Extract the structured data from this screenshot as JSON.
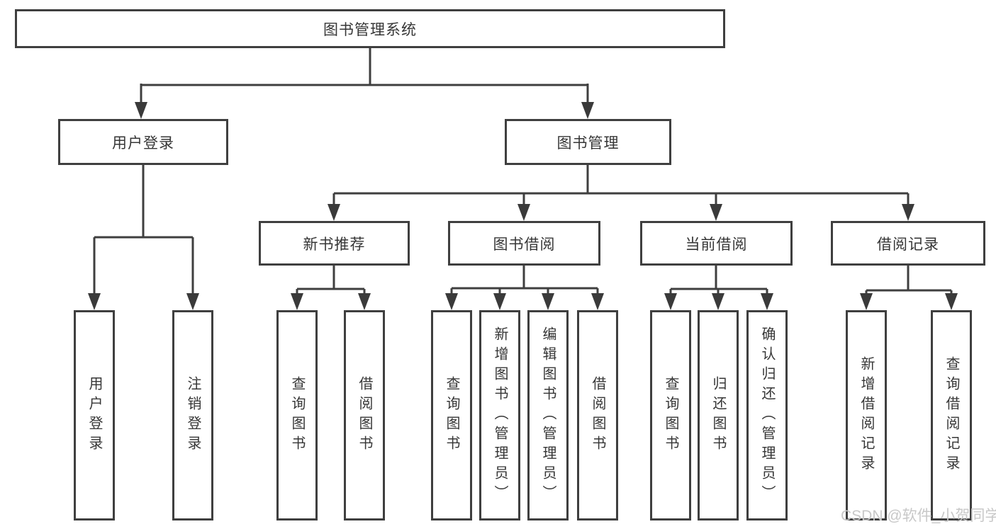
{
  "diagram": {
    "type": "hierarchy-tree",
    "colors": {
      "line": "#3f3f3f",
      "box_border": "#3f3f3f",
      "text": "#363636",
      "background": "#ffffff",
      "watermark": "#c8c8c8"
    },
    "tree": {
      "label": "图书管理系统",
      "children": [
        {
          "label": "用户登录",
          "children": [
            {
              "label": "用户登录"
            },
            {
              "label": "注销登录"
            }
          ]
        },
        {
          "label": "图书管理",
          "children": [
            {
              "label": "新书推荐",
              "children": [
                {
                  "label": "查询图书"
                },
                {
                  "label": "借阅图书"
                }
              ]
            },
            {
              "label": "图书借阅",
              "children": [
                {
                  "label": "查询图书"
                },
                {
                  "label": "新增图书（管理员）"
                },
                {
                  "label": "编辑图书（管理员）"
                },
                {
                  "label": "借阅图书"
                }
              ]
            },
            {
              "label": "当前借阅",
              "children": [
                {
                  "label": "查询图书"
                },
                {
                  "label": "归还图书"
                },
                {
                  "label": "确认归还（管理员）"
                }
              ]
            },
            {
              "label": "借阅记录",
              "children": [
                {
                  "label": "新增借阅记录"
                },
                {
                  "label": "查询借阅记录"
                }
              ]
            }
          ]
        }
      ]
    },
    "watermark": {
      "text": "CSDN @软件_小贺同学"
    }
  }
}
